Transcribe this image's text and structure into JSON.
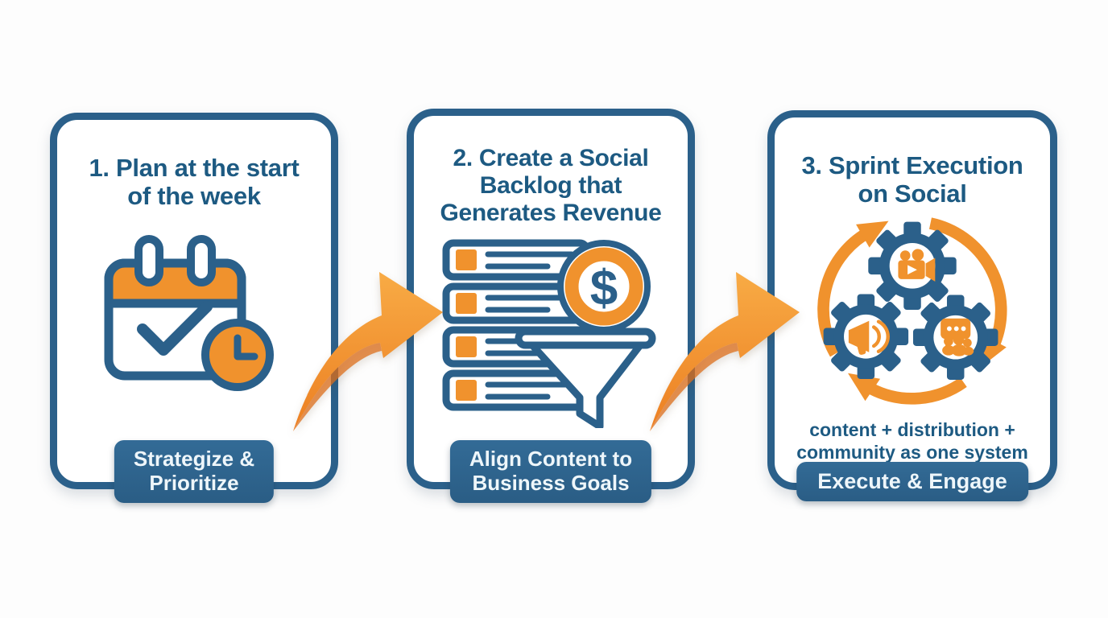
{
  "colors": {
    "card_border_blue": "#2b608a",
    "badge_blue": "#2e6791",
    "title_blue": "#1d5a82",
    "accent_orange": "#f0922d",
    "arrow_orange_light": "#f8ab45",
    "arrow_orange_dark": "#ec7f22",
    "badge_text": "#eef6fa",
    "background": "#fdfdfd"
  },
  "cards": [
    {
      "title_lines": [
        "1. Plan at the start",
        "of the week"
      ],
      "icon": "calendar-check-clock-icon",
      "badge_lines": [
        "Strategize &",
        "Prioritize"
      ]
    },
    {
      "title_lines": [
        "2. Create a Social",
        "Backlog that",
        "Generates Revenue"
      ],
      "icon": "backlog-dollar-funnel-icon",
      "badge_lines": [
        "Align Content to",
        "Business Goals"
      ]
    },
    {
      "title_lines": [
        "3. Sprint Execution",
        "on Social"
      ],
      "icon": "gears-cycle-icon",
      "caption_lines": [
        "content + distribution +",
        "community as one system"
      ],
      "badge_lines": [
        "Execute & Engage"
      ]
    }
  ],
  "arrows": [
    {
      "icon": "curved-arrow-right-icon"
    },
    {
      "icon": "curved-arrow-right-icon"
    }
  ]
}
